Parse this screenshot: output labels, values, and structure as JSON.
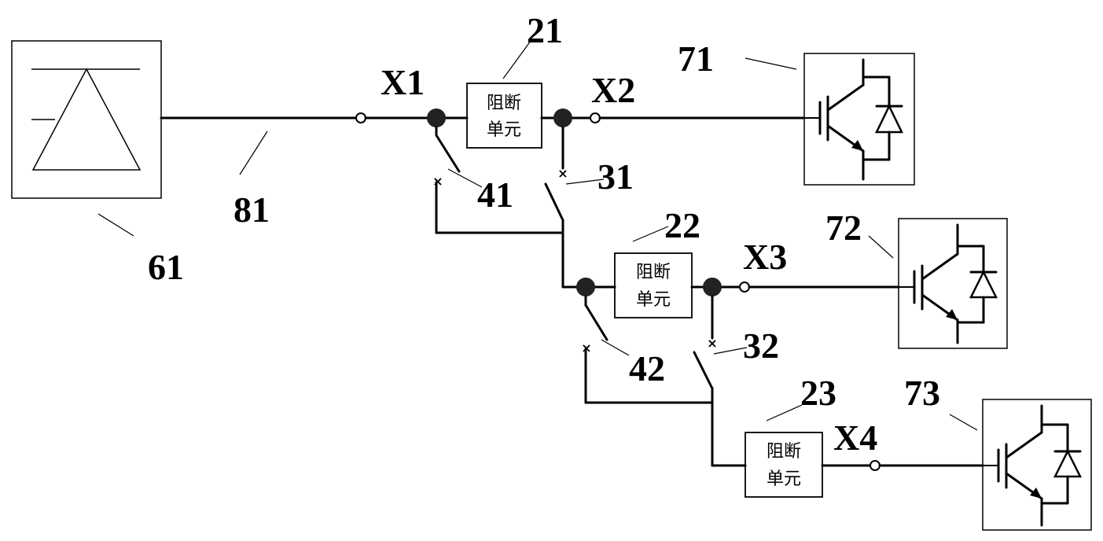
{
  "labels": {
    "source": "61",
    "cable": "81",
    "x1": "X1",
    "x2": "X2",
    "x3": "X3",
    "x4": "X4",
    "unit1": "21",
    "unit2": "22",
    "unit3": "23",
    "switch31": "31",
    "switch32": "32",
    "switch41": "41",
    "switch42": "42",
    "load1": "71",
    "load2": "72",
    "load3": "73"
  },
  "blocking_unit": {
    "line1": "阻断",
    "line2": "单元"
  }
}
